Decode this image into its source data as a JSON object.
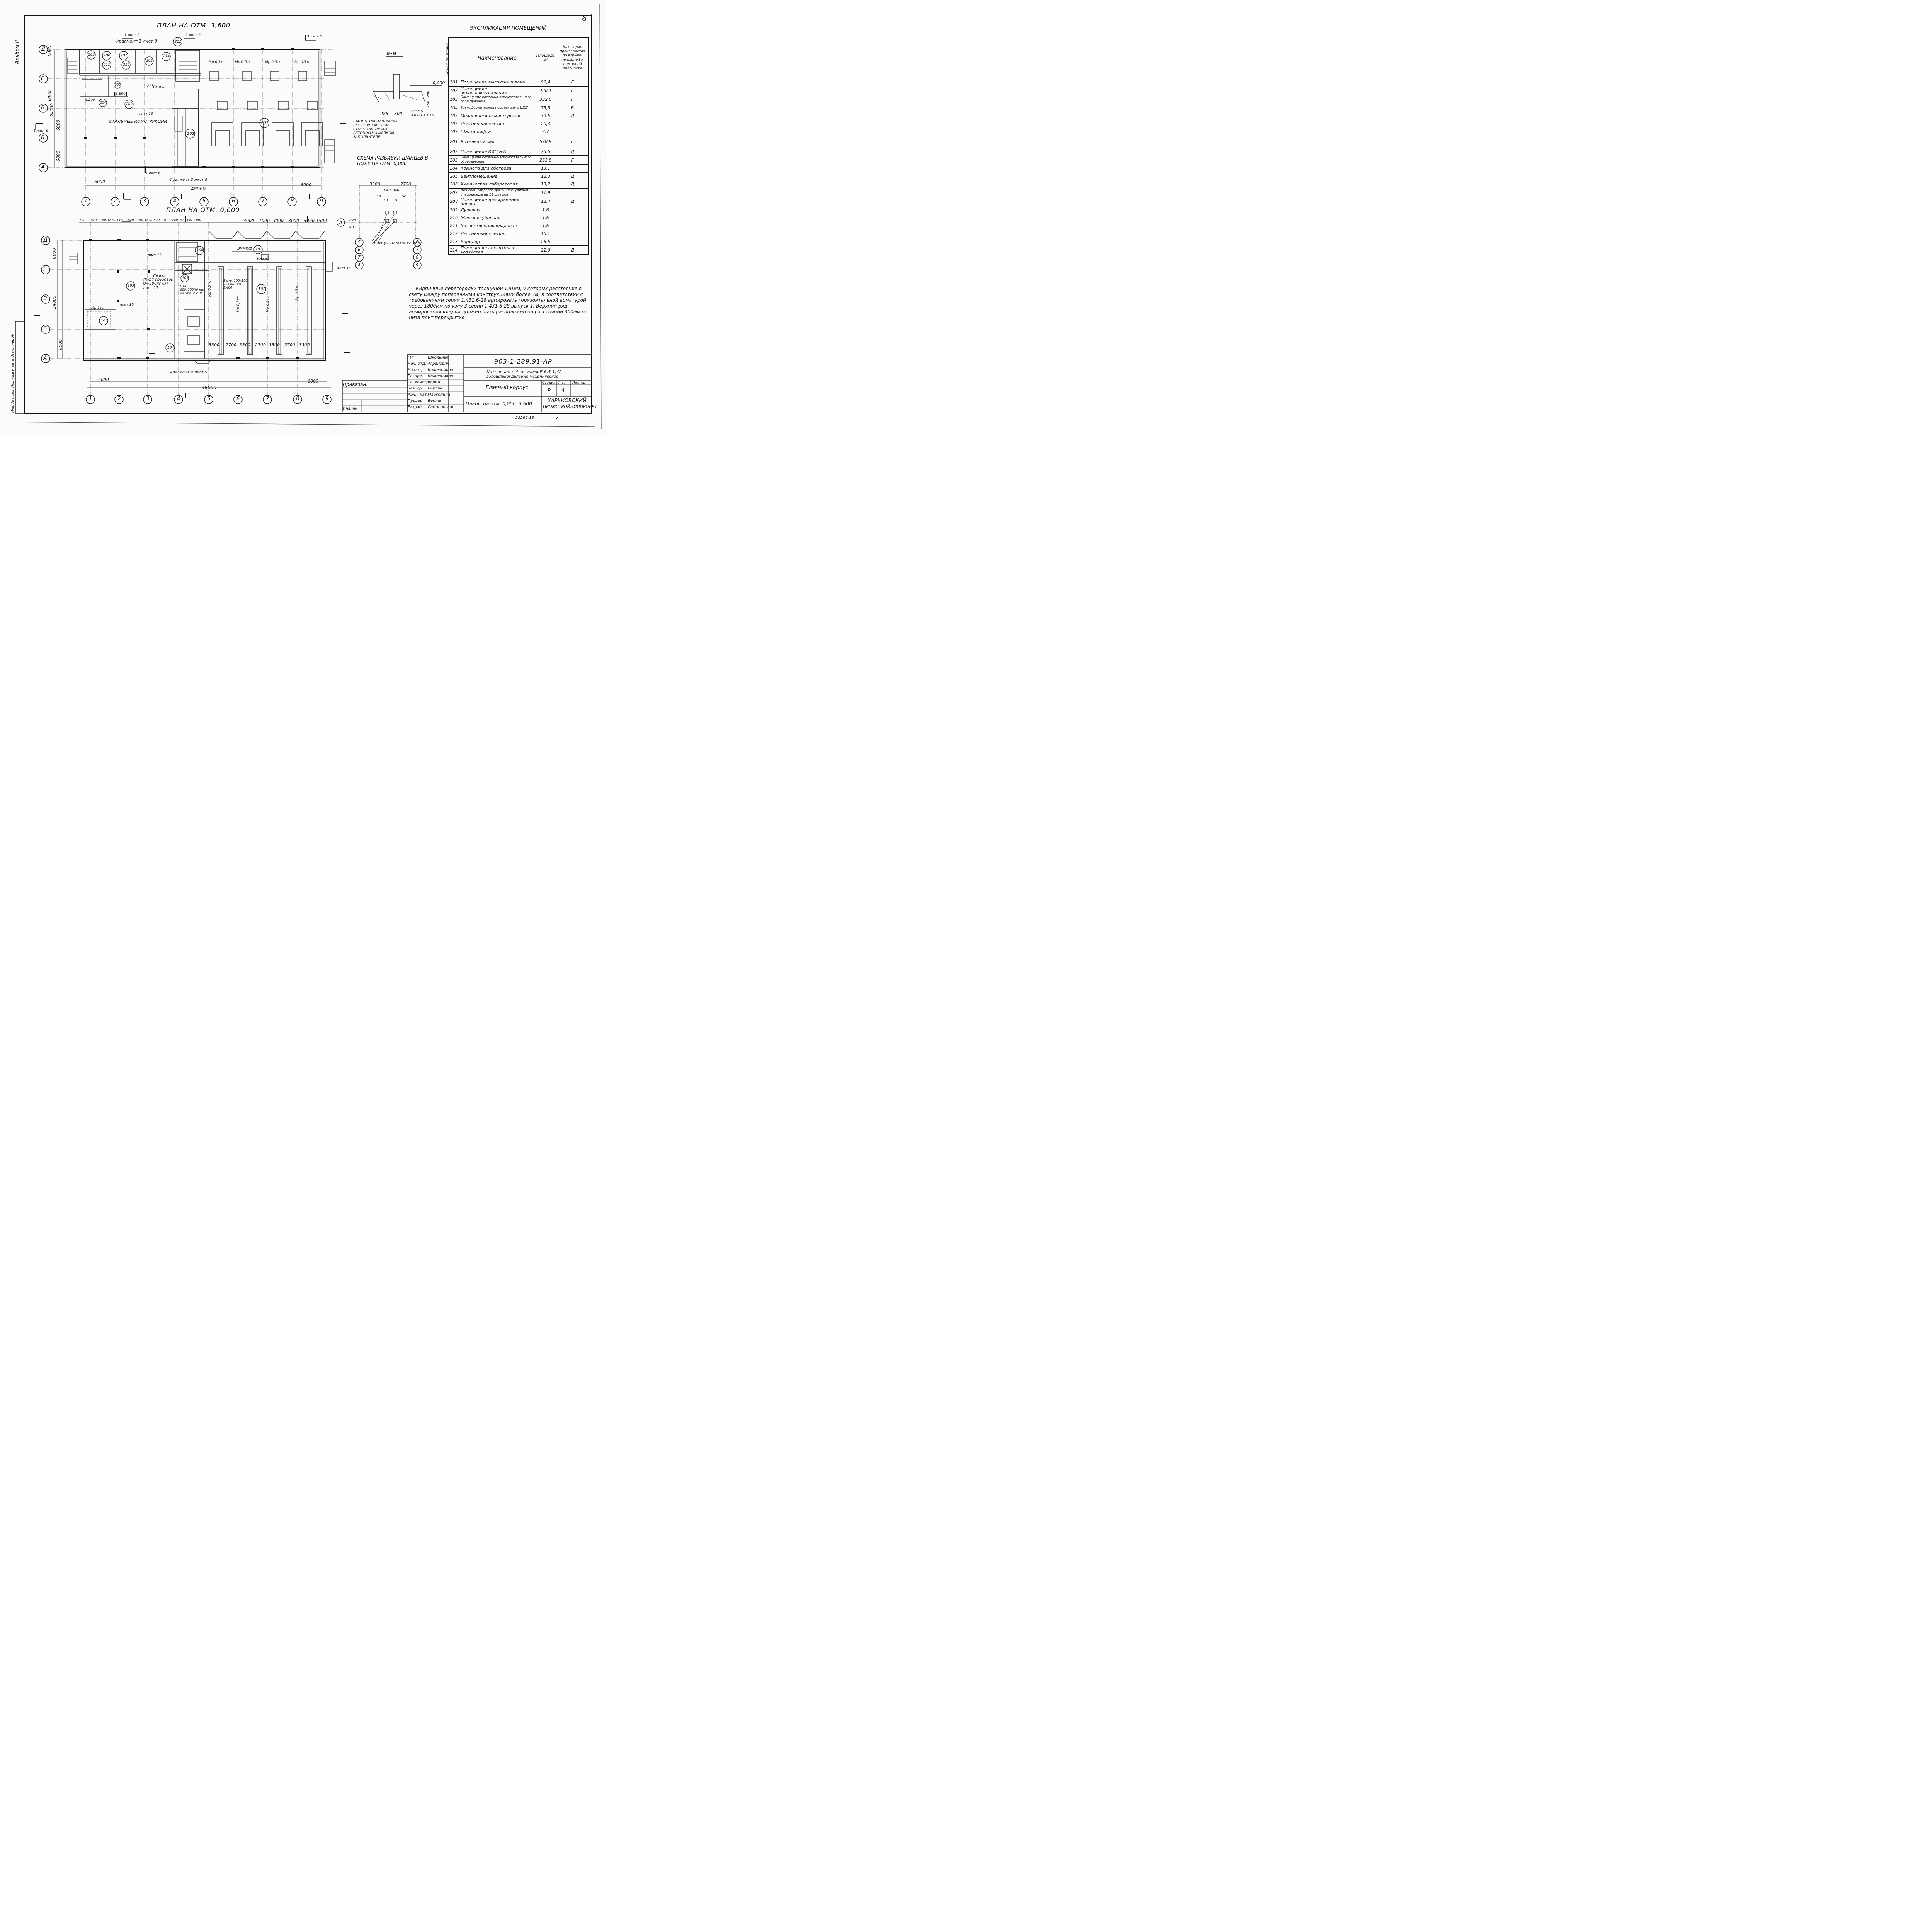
{
  "sheet": {
    "sheet_number": "6",
    "album_label": "Альбом II",
    "plan_upper_title": "ПЛАН НА ОТМ. 3,600",
    "plan_lower_title": "ПЛАН НА ОТМ. 0,000",
    "section_title": "а-а",
    "shancy_scheme_title": "СХЕМА РАЗБИВКИ ШАНЦЕВ В ПОЛУ НА ОТМ. 0,000",
    "doc_code_bottom": "25266-13",
    "page_num_bottom": "7",
    "left_strip_text": "Инв. № подл.   Подпись и дата   Взам. инв. №"
  },
  "axes": {
    "columns": [
      "1",
      "2",
      "3",
      "4",
      "5",
      "6",
      "7",
      "8",
      "9"
    ],
    "rows": [
      "Д",
      "Г",
      "В",
      "Б",
      "А"
    ]
  },
  "upper_plan": {
    "dims_vertical": [
      "6000",
      "6000",
      "24000",
      "6000",
      "6000"
    ],
    "dim_left_bottom": "6000",
    "dim_total": "48000",
    "dim_right_bottom": "6000",
    "room_numbers": [
      "203",
      "206",
      "207",
      "205",
      "214",
      "211",
      "210",
      "209",
      "213",
      "212",
      "214",
      "203",
      "202",
      "201"
    ],
    "labels": {
      "fragment1": "Фрагмент 1 лист 8",
      "fragment3": "Фрагмент 3 лист 9",
      "steel": "СТАЛЬНЫЕ КОНСТРУКЦИИ",
      "svyaz": "Связь",
      "elev_3600": "3,600",
      "elev_4200": "4,200",
      "list13": "лист 13",
      "mp": "Мр 0,5тс"
    },
    "cut_marks": [
      "1 лист 6",
      "2 лист 6",
      "3 лист 6",
      "4 лист 6",
      "5 лист 6"
    ]
  },
  "lower_plan": {
    "top_dims": [
      "590",
      "1820",
      "1180",
      "1820",
      "1180",
      "1820",
      "1180",
      "1820",
      "520",
      "1910",
      "1240",
      "1820",
      "590",
      "1550"
    ],
    "bays_right": [
      "4000",
      "1000",
      "3000",
      "3000",
      "3000",
      "1500"
    ],
    "bottom_bays": [
      "3300",
      "2700",
      "3300",
      "2700",
      "3300",
      "2700",
      "3300"
    ],
    "dims_vertical": [
      "6000",
      "24000",
      "6000"
    ],
    "dim_left_bottom": "6000",
    "dim_total": "48000",
    "dim_right_bottom": "6000",
    "room_numbers": [
      "106",
      "101",
      "102",
      "103",
      "107",
      "105",
      "104"
    ],
    "labels": {
      "zumpf": "Зумпф",
      "upory": "Упоры",
      "lift": "Лифт грузовой Q=500кг См. лист 11",
      "svyaz": "Связь",
      "hole": "2 отв. 100х100 низ на отм. 2,400",
      "otv": "Отв. 600х200(h) низ на отм. 2,210",
      "fragment4": "Фрагмент 4 лист 9",
      "mp": "Мр 0,5тс",
      "mp1": "Мр 1тс",
      "list14": "лист 14",
      "list10": "лист 10",
      "list13": "лист 13"
    }
  },
  "section": {
    "elev": "0,000",
    "dims": [
      "225",
      "300"
    ],
    "dim_h": [
      "200",
      "150"
    ],
    "concrete": "БЕТОН КЛАССА В15",
    "note": "ШАНЦЫ 100х100х200(h) ПОСЛЕ УСТАНОВКИ СТОЕК ЗАПОЛНИТЬ БЕТОНОМ НА МЕЛКОМ ЗАПОЛНИТЕЛЕ"
  },
  "shancy": {
    "dims": [
      "3300",
      "2700",
      "840",
      "840",
      "50",
      "50",
      "50",
      "50",
      "40",
      "820"
    ],
    "note": "ШАНЦЫ 100х100х200(h)",
    "axes": [
      "5",
      "6",
      "7",
      "8",
      "9"
    ]
  },
  "explication": {
    "title": "ЭКСПЛИКАЦИЯ ПОМЕЩЕНИЙ",
    "headers": {
      "num": "Номер по плану",
      "name": "Наименование",
      "area": "Площадь м²",
      "cat": "Категория производства по взрыво-пожарной и пожарной опасности"
    },
    "rows": [
      {
        "num": "101",
        "name": "Помещение выгрузки шлака",
        "area": "96,4",
        "cat": "Г"
      },
      {
        "num": "102",
        "name": "Помещение золошлакоудаления",
        "area": "480,1",
        "cat": "Г"
      },
      {
        "num": "103",
        "name": "Помещение котельно-вспомогательного оборудования",
        "area": "332,0",
        "cat": "Г"
      },
      {
        "num": "104",
        "name": "Трансформаторная подстанция и ЩСУ",
        "area": "75,5",
        "cat": "В"
      },
      {
        "num": "105",
        "name": "Механическая мастерская",
        "area": "39,5",
        "cat": "Д"
      },
      {
        "num": "106",
        "name": "Лестничная клетка",
        "area": "20,3",
        "cat": ""
      },
      {
        "num": "107",
        "name": "Шахта лифта",
        "area": "2,7",
        "cat": ""
      },
      {
        "num": "201",
        "name": "Котельный зал",
        "area": "578,9",
        "cat": "Г"
      },
      {
        "num": "202",
        "name": "Помещение КИП и А",
        "area": "75,5",
        "cat": "Д"
      },
      {
        "num": "203",
        "name": "Помещение котельно-вспомогательного оборудования",
        "area": "263,5",
        "cat": "Г"
      },
      {
        "num": "204",
        "name": "Комната для обогрева",
        "area": "13,1",
        "cat": ""
      },
      {
        "num": "205",
        "name": "Вентпомещение",
        "area": "12,3",
        "cat": "Д"
      },
      {
        "num": "206",
        "name": "Химическая лаборатория",
        "area": "13,7",
        "cat": "Д"
      },
      {
        "num": "207",
        "name": "Женский гардероб домашней, уличной и спецодежды на 11 шкафов",
        "area": "17,9",
        "cat": ""
      },
      {
        "num": "208",
        "name": "Помещение для хранения кислот",
        "area": "12,4",
        "cat": "Д"
      },
      {
        "num": "209",
        "name": "Душевая",
        "area": "1,6",
        "cat": ""
      },
      {
        "num": "210",
        "name": "Женская уборная",
        "area": "1,6",
        "cat": ""
      },
      {
        "num": "211",
        "name": "Хозяйственная кладовая",
        "area": "1,6",
        "cat": ""
      },
      {
        "num": "212",
        "name": "Лестничная клетка.",
        "area": "16,1",
        "cat": ""
      },
      {
        "num": "213",
        "name": "Коридор",
        "area": "26,5",
        "cat": ""
      },
      {
        "num": "214",
        "name": "Помещение кислотного хозяйства",
        "area": "22,9",
        "cat": "Д"
      }
    ]
  },
  "note_text": "Кирпичные перегородки толщиной 120мм, у которых расстояние в свету между поперечными конструкциями более 3м, в соответствии с требованиями серии 1.431.6-28 армировать горизонтальной арматурой через 1800мм по узлу 3 серии 1.431.6-28 выпуск 1. Верхний ряд армирования кладки должен быть расположен на расстоянии 300мм от низа плит перекрытия.",
  "title_block": {
    "code": "903-1-289.91-АР",
    "project": "Котельная с 4 котлами Е-6,5-1,4Р",
    "project_sub": "золошлакоудаление механическое",
    "building": "Главный корпус",
    "sheet_title": "Планы на отм. 0,000; 3,600",
    "stage_label": "Стадия",
    "sheet_label": "Лист",
    "sheets_label": "Листов",
    "stage": "Р",
    "sheet": "4",
    "org1": "ХАРЬКОВСКИЙ",
    "org2": "ПРОМСТРОЙНИИПРОЕКТ",
    "privyazan": "Привязан:",
    "inv": "Инв. №",
    "roles": [
      {
        "role": "ГИП",
        "name": "Школьный"
      },
      {
        "role": "Нач. отд.",
        "name": "Агранович"
      },
      {
        "role": "Н.контр.",
        "name": "Кожевников"
      },
      {
        "role": "Гл. арх.",
        "name": "Кожевников"
      },
      {
        "role": "Гл. констр.",
        "name": "Зорин"
      },
      {
        "role": "Зав. гр.",
        "name": "Берлин"
      },
      {
        "role": "Арх. I кат.",
        "name": "Марголина"
      },
      {
        "role": "Провер.",
        "name": "Берлин"
      },
      {
        "role": "Разраб.",
        "name": "Самановская"
      }
    ]
  }
}
